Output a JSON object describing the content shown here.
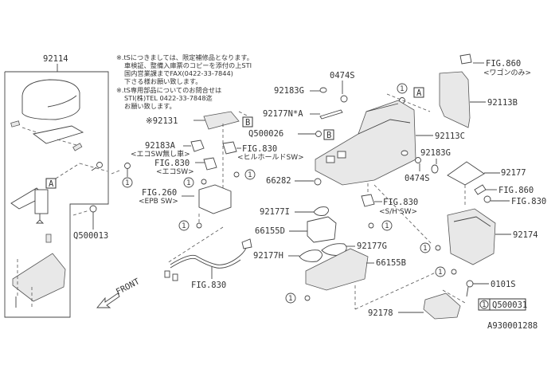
{
  "notes": [
    "※.tSにつきましては、限定補修品となります。",
    "車検証、整備入庫票のコピーを添付の上STI",
    "国内営業課までFAX(0422-33-7844)",
    "下さる様お願い致します。",
    "※.tS専用部品についてのお問合せは",
    "STI(株)TEL 0422-33-7848迄",
    "お願い致します。"
  ],
  "labels": {
    "p92114": "92114",
    "q500013": "Q500013",
    "p92131": "※92131",
    "p92183a": "92183A",
    "p92183a_sub": "<エコSW無し車>",
    "fig830_eco": "FIG.830",
    "fig830_eco_sub": "<エコSW>",
    "fig830_hill": "FIG.830",
    "fig830_hill_sub": "<ヒルホールドSW>",
    "fig260": "FIG.260",
    "fig260_sub": "<EPB SW>",
    "fig830_harness": "FIG.830",
    "p92183g_top": "92183G",
    "p0474s_top": "0474S",
    "p92177na": "92177N*A",
    "q500026": "Q500026",
    "p66282": "66282",
    "p92177i": "92177I",
    "p66155d": "66155D",
    "p92177h": "92177H",
    "p92177g": "92177G",
    "p66155b": "66155B",
    "fig830_sh": "FIG.830",
    "fig830_sh_sub": "<S/H SW>",
    "fig860_top": "FIG.860",
    "fig860_top_sub": "<ワゴンのみ>",
    "p92113b": "92113B",
    "p92113c": "92113C",
    "p92183g_right": "92183G",
    "p0474s_right": "0474S",
    "p92177": "92177",
    "fig860_right": "FIG.860",
    "fig830_right": "FIG.830",
    "p92174": "92174",
    "p0101s": "0101S",
    "p92178": "92178",
    "front": "FRONT"
  },
  "markers": {
    "A": "A",
    "B": "B",
    "circle_one": "1"
  },
  "legend": {
    "symbol": "1",
    "part": "Q500031"
  },
  "diagram_id": "A930001288"
}
